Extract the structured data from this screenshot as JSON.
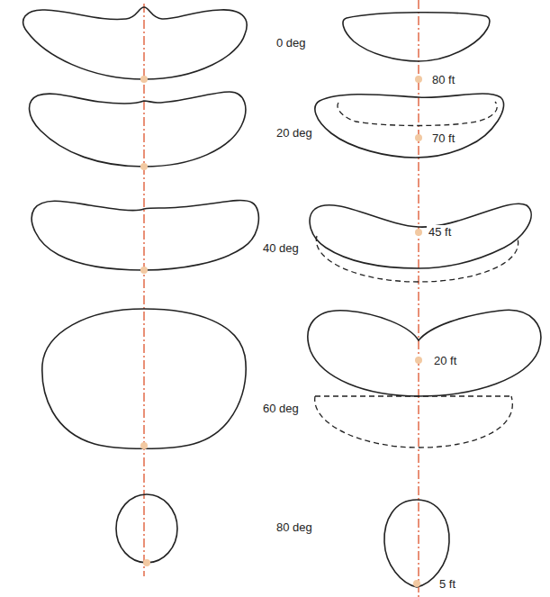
{
  "diagram": {
    "labels": [
      "0 deg",
      "80 ft",
      "20 deg",
      "70 ft",
      "45 ft",
      "40 deg",
      "20 ft",
      "60 deg",
      "80 deg",
      "5 ft"
    ]
  }
}
